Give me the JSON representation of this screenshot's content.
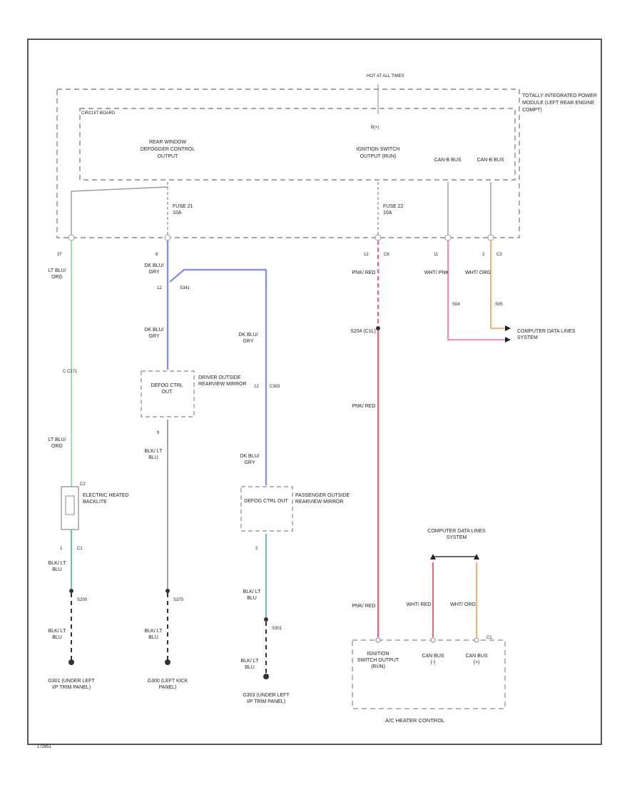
{
  "colors": {
    "frame": "#555555",
    "module_box": "#888888",
    "wire_lt_blu_org": "#8fe0b0",
    "wire_dk_blu_gry": "#8a90e0",
    "wire_pnk_red": "#f0607a",
    "wire_wht_org": "#f0a050",
    "wire_wht_pnk": "#f07090",
    "wire_blk_lt_blu": "#5fb8b0",
    "wire_gray": "#999999",
    "wire_ground": "#333333"
  },
  "tipm": {
    "hot_label": "HOT AT ALL TIMES",
    "name": "TOTALLY INTEGRATED POWER MODULE (LEFT REAR ENGINE COMPT)",
    "circuit_board": "CIRCUIT BOARD",
    "b_plus": "B(+)",
    "rear_defog_output": "REAR WINDOW DEFOGGER CONTROL OUTPUT",
    "ign_output": "IGNITION SWITCH OUTPUT (RUN)",
    "can_c_bus_1": "CAN-B BUS",
    "can_c_bus_2": "CAN-B BUS",
    "fuse_1": "FUSE 21 10A",
    "fuse_2": "FUSE 22 10A",
    "pin_37": "37",
    "pin_8": "8",
    "pin_12": "12",
    "conn_c6": "C6",
    "pin_11": "11",
    "pin_2": "2",
    "conn_c3": "C3"
  },
  "wires": {
    "lt_blu_org_1": "LT BLU/ ORG",
    "c_c171": "C171",
    "lt_blu_org_2": "LT BLU/ ORG",
    "dk_blu_gry_1": "DK BLU/ GRY",
    "splice_s341": "S341",
    "pin_12_s341": "12",
    "dk_blu_gry_2": "DK BLU/ GRY",
    "dk_blu_gry_3": "DK BLU/ GRY",
    "pin_12_c303": "12",
    "c303": "C303",
    "dk_blu_gry_4": "DK BLU/ GRY",
    "pnk_red_1": "PNK/ RED",
    "splice_s204": "S204 (C1L)",
    "pnk_red_2": "PNK/ RED",
    "pnk_red_3": "PNK/ RED",
    "wht_pnk": "WHT/ PNK",
    "wht_org": "WHT/ ORG",
    "s04": "S04",
    "s05": "S05",
    "wht_red": "WHT/ RED",
    "wht_org_2": "WHT/ ORG",
    "blk_lt_blu_1": "BLK/ LT BLU",
    "blk_lt_blu_2": "BLK/ LT BLU",
    "blk_lt_blu_3": "BLK/ LT BLU",
    "blk_lt_blu_4": "BLK/ LT BLU",
    "blk_lt_blu_5": "BLK/ LT BLU",
    "blk_lt_blu_6": "BLK/ LT BLU",
    "s200": "S200",
    "s370": "S370",
    "s301": "S301"
  },
  "components": {
    "computer_data_lines_1": "COMPUTER DATA LINES SYSTEM",
    "computer_data_lines_2": "COMPUTER DATA LINES SYSTEM",
    "driver_mirror": "DRIVER OUTSIDE REARVIEW MIRROR",
    "driver_defog": "DEFOG CTRL OUT",
    "driver_pin": "9",
    "passenger_mirror": "PASSENGER OUTSIDE REARVIEW MIRROR",
    "passenger_defog": "DEFOG CTRL OUT",
    "passenger_pin": "2",
    "backlite": "ELECTRIC HEATED BACKLITE",
    "backlite_pin_top": "C2",
    "backlite_pin_bot": "C1",
    "backlite_pin_1": "1",
    "backlite_pin_a": "1",
    "ac_heater": "A/C HEATER CONTROL",
    "ac_ign": "IGNITION SWITCH OUTPUT (RUN)",
    "ac_can_1": "CAN BUS (-)",
    "ac_can_2": "CAN BUS (+)",
    "ac_conn": "C1"
  },
  "grounds": {
    "g1": "G301 (UNDER LEFT I/P TRIM PANEL)",
    "g2": "G300 (LEFT KICK PANEL)",
    "g3": "G303 (UNDER LEFT I/P TRIM PANEL)"
  },
  "footer": "172851"
}
